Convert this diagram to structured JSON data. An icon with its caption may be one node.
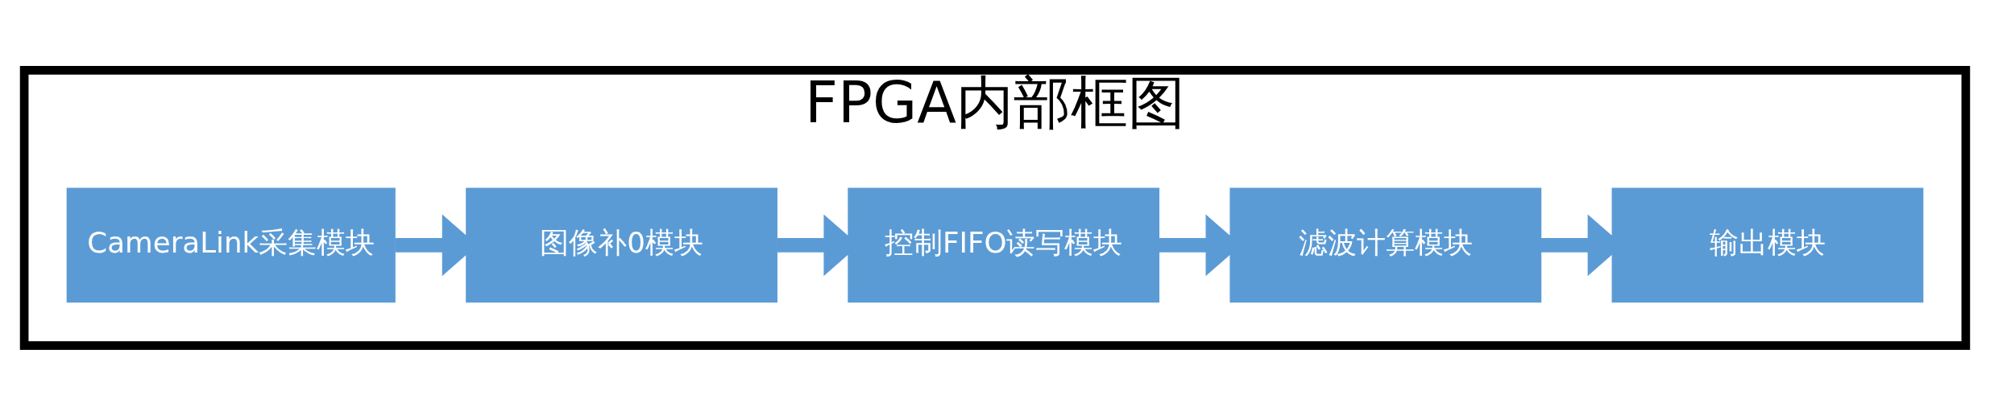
{
  "diagram": {
    "nodes": [
      {
        "text": [
          "FPGA内部框图"
        ]
      },
      {
        "text": [
          "CameraLink采集模块"
        ],
        "in": 0
      },
      {
        "text": [
          "图像补0模块"
        ],
        "in": 0
      },
      {
        "text": [
          "控制FIFO读写模块"
        ],
        "in": 0
      },
      {
        "text": [
          "滤波计算模块"
        ],
        "in": 0
      },
      {
        "text": [
          "输出模块"
        ],
        "in": 0
      }
    ],
    "edges": [
      {
        "from": 1,
        "to": 2,
        "arrow": "to"
      },
      {
        "from": 2,
        "to": 3,
        "arrow": "to"
      },
      {
        "from": 3,
        "to": 4,
        "arrow": "to"
      },
      {
        "from": 4,
        "to": 5,
        "arrow": "to"
      }
    ]
  }
}
